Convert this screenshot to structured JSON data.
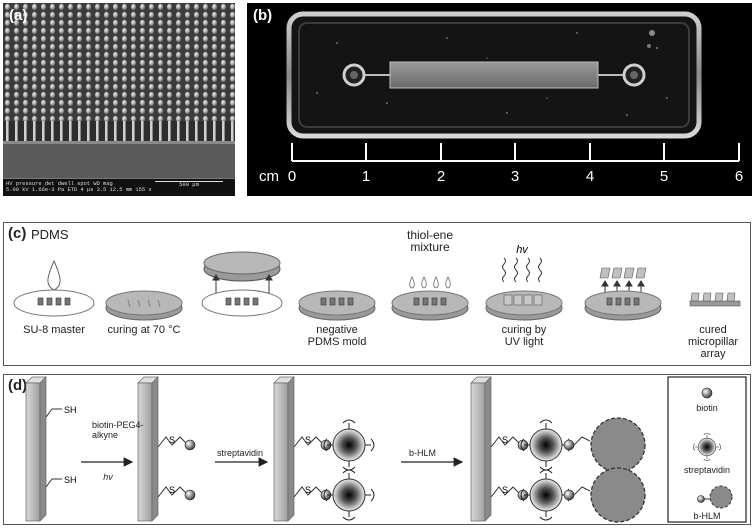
{
  "panel_a": {
    "label": "(a)",
    "info_header": "HV    pressure    det   dwell spot   WD   mag",
    "info_values": "5.00 kV 1.66e-3 Pa ETD 4 μs  3.5  12.5 mm  155 x",
    "scale_label": "500 μm"
  },
  "panel_b": {
    "label": "(b)",
    "ruler_unit": "cm",
    "ruler_ticks": [
      "0",
      "1",
      "2",
      "3",
      "4",
      "5",
      "6"
    ]
  },
  "panel_c": {
    "label": "(c)",
    "pdms_label": "PDMS",
    "steps": [
      {
        "label": "SU-8 master"
      },
      {
        "label": "curing at 70 °C"
      },
      {
        "label": ""
      },
      {
        "label": "negative\nPDMS mold"
      },
      {
        "label": ""
      },
      {
        "label": "curing by\nUV light"
      },
      {
        "label": ""
      },
      {
        "label": "cured\nmicropillar\narray"
      }
    ],
    "thiol_label": "thiol-ene\nmixture",
    "hv_label": "hv"
  },
  "panel_d": {
    "label": "(d)",
    "sh_label": "SH",
    "s_label": "S",
    "arrow1_label": "biotin-PEG4-\nalkyne",
    "arrow1_sub": "hv",
    "arrow2_label": "streptavidin",
    "arrow3_label": "b-HLM",
    "legend": {
      "biotin": "biotin",
      "streptavidin": "streptavidin",
      "bhlm": "b-HLM"
    }
  }
}
